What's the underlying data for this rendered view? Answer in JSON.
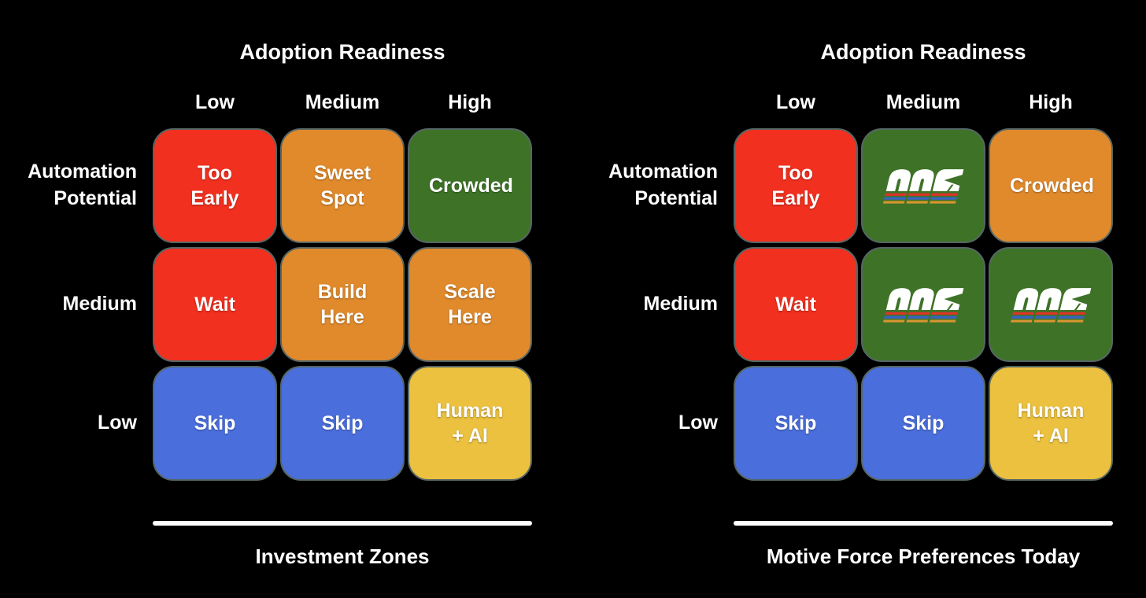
{
  "colors": {
    "background": "#000000",
    "text": "#FFFFFF",
    "red": "#F2301F",
    "orange": "#E08A2C",
    "green": "#3E7327",
    "blue": "#4A6EDC",
    "gold": "#EBC13F",
    "cell_border": "#566665",
    "logo_letters": "#FFFFFF",
    "logo_stripe_red": "#E03328",
    "logo_stripe_blue": "#3A63C8",
    "logo_stripe_gold": "#D8952F"
  },
  "matrices": [
    {
      "title": "Adoption Readiness",
      "column_headers": [
        "Low",
        "Medium",
        "High"
      ],
      "row_labels": [
        "Automation Potential",
        "Medium",
        "Low"
      ],
      "caption": "Investment Zones",
      "cells": [
        [
          {
            "label": "Too Early",
            "color": "red"
          },
          {
            "label": "Sweet Spot",
            "color": "orange"
          },
          {
            "label": "Crowded",
            "color": "green"
          }
        ],
        [
          {
            "label": "Wait",
            "color": "red"
          },
          {
            "label": "Build Here",
            "color": "orange"
          },
          {
            "label": "Scale Here",
            "color": "orange"
          }
        ],
        [
          {
            "label": "Skip",
            "color": "blue"
          },
          {
            "label": "Skip",
            "color": "blue"
          },
          {
            "label": "Human + AI",
            "color": "gold"
          }
        ]
      ]
    },
    {
      "title": "Adoption Readiness",
      "column_headers": [
        "Low",
        "Medium",
        "High"
      ],
      "row_labels": [
        "Automation Potential",
        "Medium",
        "Low"
      ],
      "caption": "Motive Force Preferences Today",
      "cells": [
        [
          {
            "label": "Too Early",
            "color": "red"
          },
          {
            "logo": "MG",
            "color": "green"
          },
          {
            "label": "Crowded",
            "color": "orange"
          }
        ],
        [
          {
            "label": "Wait",
            "color": "red"
          },
          {
            "logo": "MG",
            "color": "green"
          },
          {
            "logo": "MG",
            "color": "green"
          }
        ],
        [
          {
            "label": "Skip",
            "color": "blue"
          },
          {
            "label": "Skip",
            "color": "blue"
          },
          {
            "label": "Human + AI",
            "color": "gold"
          }
        ]
      ]
    }
  ]
}
